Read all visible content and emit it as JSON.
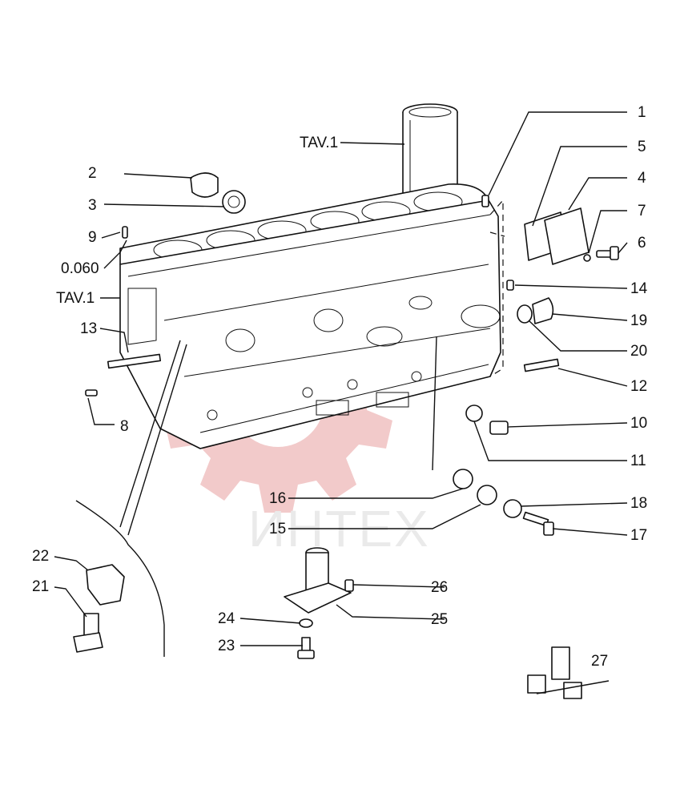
{
  "diagram": {
    "callouts": {
      "p1": "1",
      "p2": "2",
      "p3": "3",
      "p4": "4",
      "p5": "5",
      "p6": "6",
      "p7": "7",
      "p8": "8",
      "p9": "9",
      "p10": "10",
      "p11": "11",
      "p12": "12",
      "p13": "13",
      "p14": "14",
      "p15": "15",
      "p16": "16",
      "p17": "17",
      "p18": "18",
      "p19": "19",
      "p20": "20",
      "p21": "21",
      "p22": "22",
      "p23": "23",
      "p24": "24",
      "p25": "25",
      "p26": "26",
      "p27": "27",
      "tav_top": "TAV.1",
      "tav_left": "TAV.1",
      "oversize": "0.060"
    },
    "watermark": {
      "text": "ИНТЕХ",
      "color": "#e8a0a0"
    }
  }
}
